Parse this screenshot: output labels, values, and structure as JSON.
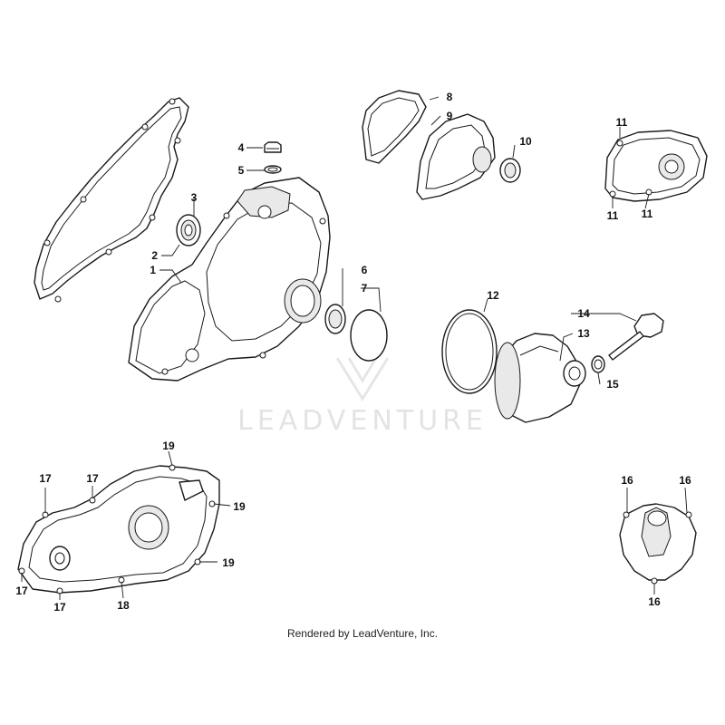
{
  "watermark": {
    "brand": "LEADVENTURE"
  },
  "credit": "Rendered by LeadVenture, Inc.",
  "callouts": {
    "c1": "1",
    "c2": "2",
    "c3": "3",
    "c4": "4",
    "c5": "5",
    "c6": "6",
    "c7": "7",
    "c8": "8",
    "c9": "9",
    "c10": "10",
    "c11": "11",
    "c12": "12",
    "c13": "13",
    "c14": "14",
    "c15": "15",
    "c16": "16",
    "c17": "17",
    "c18": "18",
    "c19": "19"
  }
}
